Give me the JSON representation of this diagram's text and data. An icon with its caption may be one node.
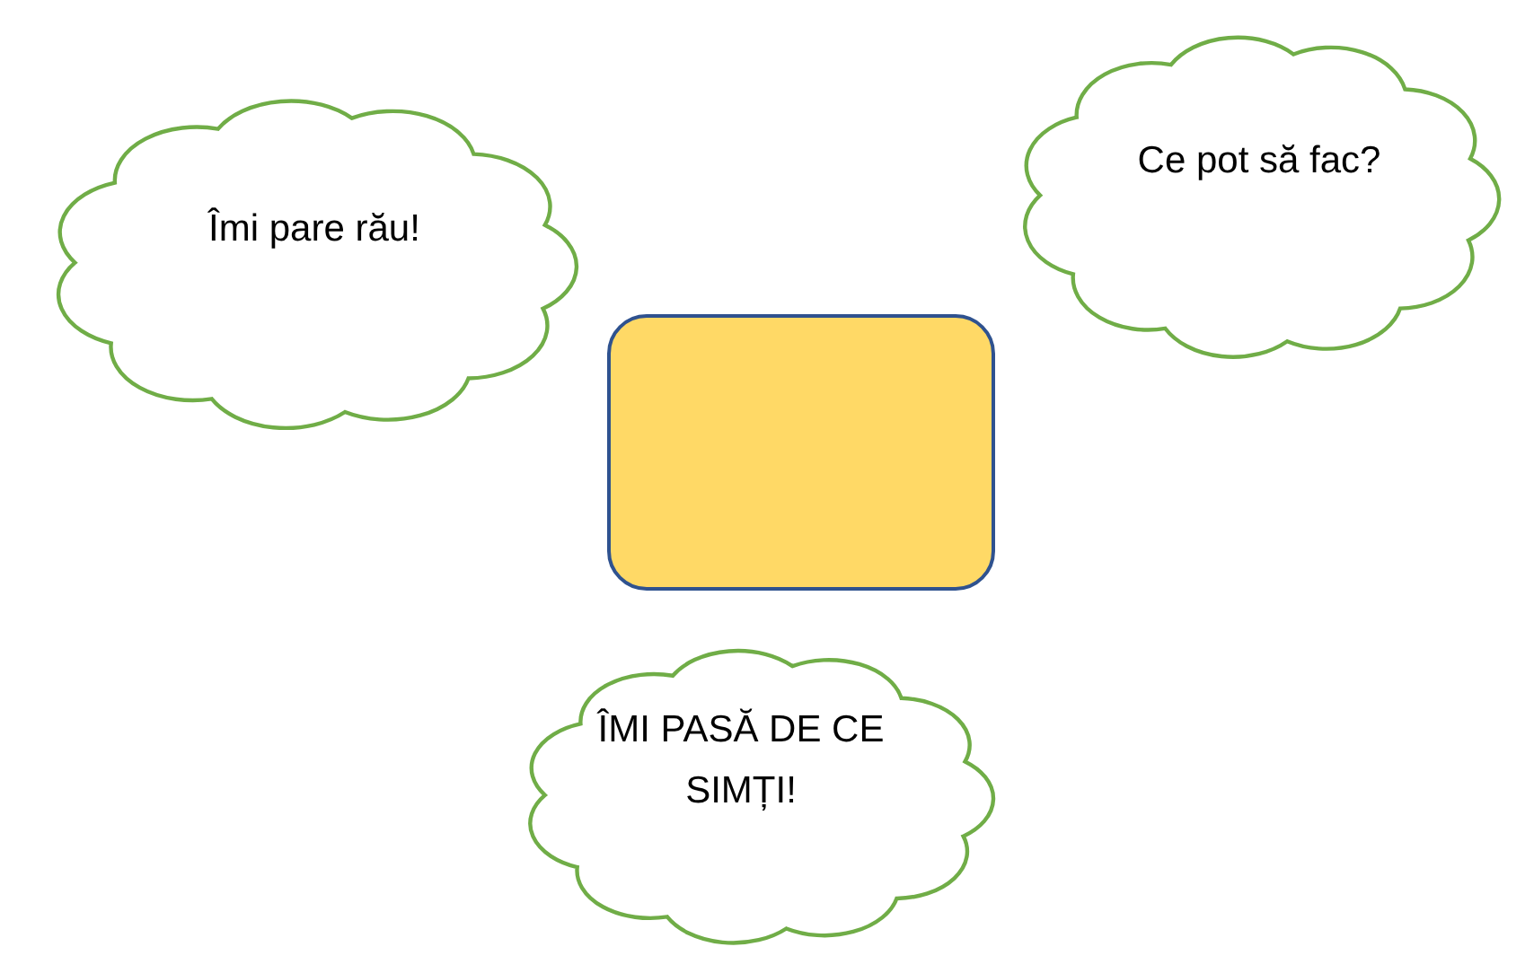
{
  "diagram": {
    "nodes": [
      {
        "text": [
          "Îmi pare rău!"
        ]
      },
      {
        "text": [
          "Ce pot să fac?"
        ]
      },
      {
        "text": [],
        "shape": "box"
      },
      {
        "text": [
          "ÎMI PASĂ DE CE SIMȚI!"
        ]
      }
    ]
  }
}
